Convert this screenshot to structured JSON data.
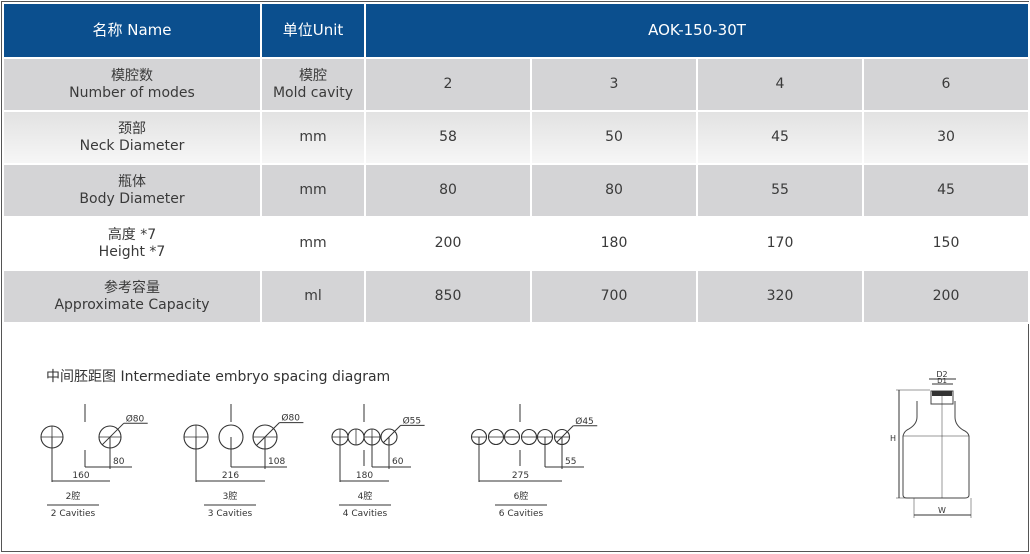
{
  "table": {
    "headers": [
      "名称 Name",
      "单位Unit",
      "AOK-150-30T"
    ],
    "rows": [
      {
        "name_cn": "模腔数",
        "name_en": "Number of modes",
        "unit_cn": "模腔",
        "unit_en": "Mold cavity",
        "values": [
          "2",
          "3",
          "4",
          "6"
        ]
      },
      {
        "name_cn": "颈部",
        "name_en": "Neck Diameter",
        "unit_cn": "",
        "unit_en": "mm",
        "values": [
          "58",
          "50",
          "45",
          "30"
        ]
      },
      {
        "name_cn": "瓶体",
        "name_en": "Body Diameter",
        "unit_cn": "",
        "unit_en": "mm",
        "values": [
          "80",
          "80",
          "55",
          "45"
        ]
      },
      {
        "name_cn": "高度 *7",
        "name_en": "Height *7",
        "unit_cn": "",
        "unit_en": "mm",
        "values": [
          "200",
          "180",
          "170",
          "150"
        ]
      },
      {
        "name_cn": "参考容量",
        "name_en": "Approximate Capacity",
        "unit_cn": "",
        "unit_en": "ml",
        "values": [
          "850",
          "700",
          "320",
          "200"
        ]
      }
    ]
  },
  "colors": {
    "header": "#0b4f8e",
    "row_grey": "#d4d4d6"
  },
  "diagram": {
    "title": "中间胚距图 Intermediate embryo spacing diagram",
    "groups": [
      {
        "diameter": "Ø80",
        "pitch": "80",
        "span": "160",
        "label_cn": "2腔",
        "label_en": "2 Cavities"
      },
      {
        "diameter": "Ø80",
        "pitch": "108",
        "span": "216",
        "label_cn": "3腔",
        "label_en": "3 Cavities"
      },
      {
        "diameter": "Ø55",
        "pitch": "60",
        "span": "180",
        "label_cn": "4腔",
        "label_en": "4 Cavities"
      },
      {
        "diameter": "Ø45",
        "pitch": "55",
        "span": "275",
        "label_cn": "6腔",
        "label_en": "6 Cavities"
      }
    ],
    "bottle": {
      "d2": "D2",
      "d1": "D1",
      "h": "H",
      "w": "W"
    }
  }
}
